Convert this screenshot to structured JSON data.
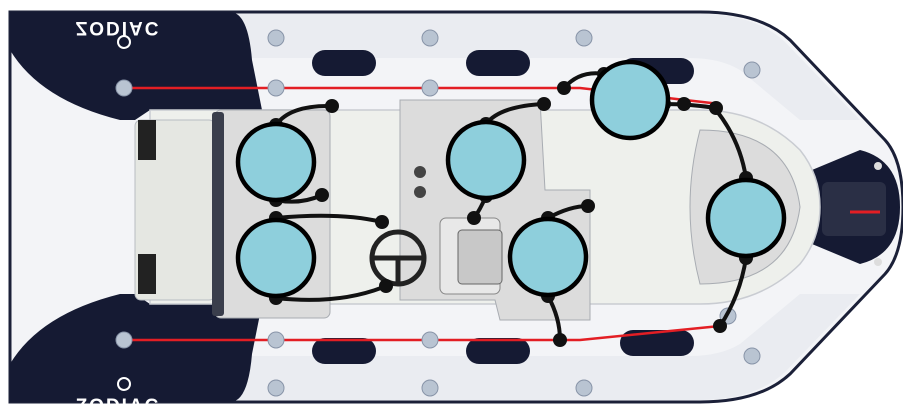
{
  "brand": {
    "top_text": "ZODIAC",
    "bottom_text": "ZODIAC",
    "logo_color": "#ffffff"
  },
  "colors": {
    "tube_dark": "#151a33",
    "tube_light": "#f3f4f7",
    "hull_deck": "#eef0ec",
    "console_grey": "#dcdcdc",
    "rope_red": "#e31e24",
    "seat_cushion": "#8ecfdc",
    "harness_black": "#111111",
    "valve_grey": "#b9c4d2"
  },
  "icons": {
    "seat_markers": "circle-seat-icon",
    "attachment_points": "dot-icon",
    "steering_wheel": "steering-wheel-icon",
    "valves": "valve-icon"
  },
  "seats": [
    {
      "id": "seat-1",
      "name": "stern-left-seat"
    },
    {
      "id": "seat-2",
      "name": "stern-right-seat"
    },
    {
      "id": "seat-3",
      "name": "console-seat"
    },
    {
      "id": "seat-4",
      "name": "bow-top-seat"
    },
    {
      "id": "seat-5",
      "name": "mid-right-seat"
    },
    {
      "id": "seat-6",
      "name": "bow-seat"
    }
  ],
  "counts": {
    "seats_shown": 6
  }
}
